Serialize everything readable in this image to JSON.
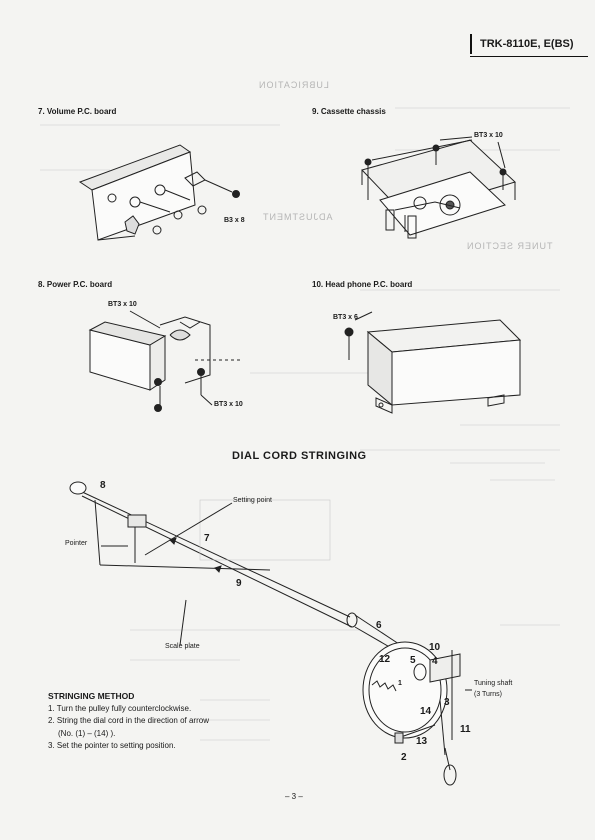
{
  "header": {
    "model": "TRK-8110E, E(BS)"
  },
  "ghost_text": {
    "lubrication": "LUBRICATION",
    "adjustment": "ADJUSTMENT",
    "tuner_section": "TUNER SECTION"
  },
  "sections": {
    "volume": {
      "title": "7. Volume P.C. board",
      "screw": "B3 x 8"
    },
    "cassette": {
      "title": "9. Cassette chassis",
      "screw": "BT3 x 10"
    },
    "power": {
      "title": "8. Power P.C. board",
      "screw_top": "BT3 x 10",
      "screw_bottom": "BT3 x 10"
    },
    "headphone": {
      "title": "10. Head phone P.C. board",
      "screw": "BT3 x 6"
    }
  },
  "dial": {
    "title": "DIAL CORD STRINGING",
    "labels": {
      "setting_point": "Setting point",
      "pointer": "Pointer",
      "scale_plate": "Scale plate",
      "tuning_shaft": "Tuning shaft",
      "tuning_turns": "(3 Turns)"
    },
    "numbers": [
      "8",
      "7",
      "9",
      "6",
      "10",
      "12",
      "5",
      "4",
      "1",
      "14",
      "3",
      "11",
      "13",
      "2"
    ]
  },
  "method": {
    "title": "STRINGING METHOD",
    "steps": [
      "1. Turn the pulley fully counterclockwise.",
      "2. String the dial cord in the direction of arrow",
      "(No. (1) – (14) ).",
      "3. Set the pointer to setting position."
    ]
  },
  "footer": {
    "page": "– 3 –"
  }
}
